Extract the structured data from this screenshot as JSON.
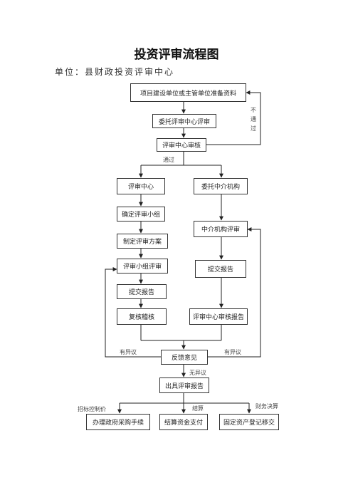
{
  "title": "投资评审流程图",
  "unit_line": "单位：县财政投资评审中心",
  "boxes": {
    "prepare": "项目建设单位或主管单位准备资料",
    "entrust_center": "委托评审中心评审",
    "center_review": "评审中心审核",
    "review_center": "评审中心",
    "entrust_agency": "委托中介机构",
    "determine_group": "确定评审小组",
    "make_plan": "制定评审方案",
    "group_review": "评审小组评审",
    "submit_report_left": "提交报告",
    "recheck": "复核稽核",
    "agency_review": "中介机构评审",
    "submit_report_right": "提交报告",
    "center_audit_report": "评审中心审核报告",
    "feedback": "反馈意见",
    "issue_report": "出具评审报告",
    "gov_procurement": "办理政府采购手续",
    "settle_payment": "结算资金支付",
    "fixed_asset": "固定资产登记移交"
  },
  "labels": {
    "not_pass": "不通过",
    "pass": "通过",
    "objection_left": "有异议",
    "objection_right": "有异议",
    "no_objection": "无异议",
    "bid_control": "招标控制价",
    "settlement": "结算",
    "final_accounts": "财务决算"
  }
}
